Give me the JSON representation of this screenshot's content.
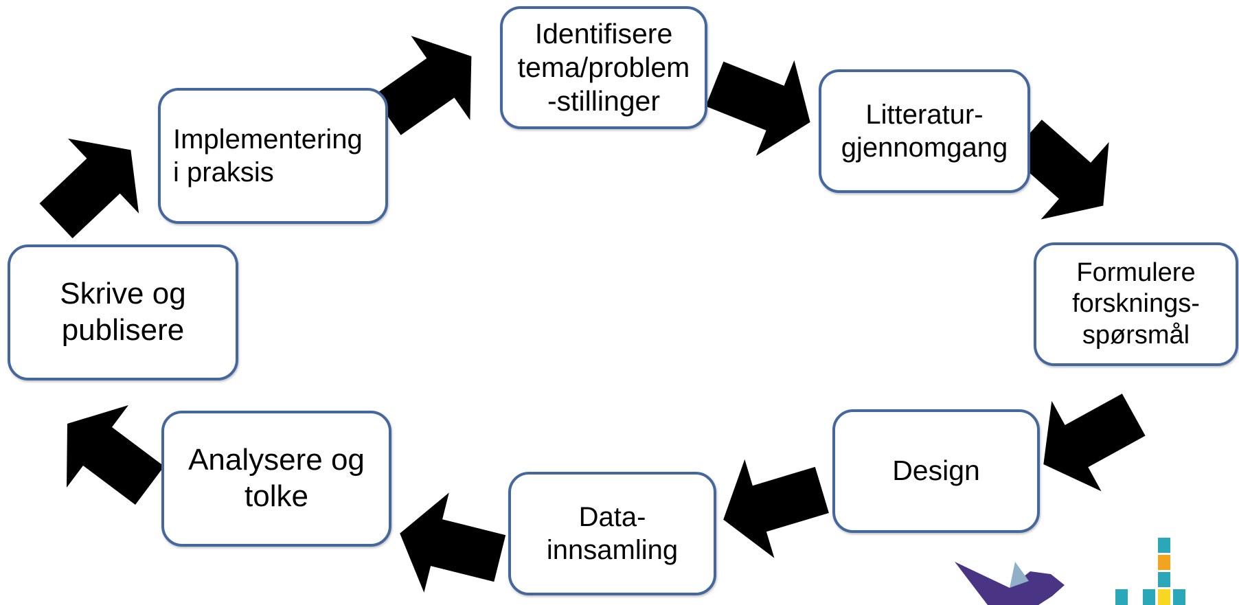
{
  "diagram": {
    "steps": [
      {
        "label": "Identifisere\ntema/problem\n-stillinger"
      },
      {
        "label": "Litteratur-\ngjennomgang"
      },
      {
        "label": "Formulere\nforsknings-\nspørsmål"
      },
      {
        "label": "Design"
      },
      {
        "label": "Data-\ninnsamling"
      },
      {
        "label": "Analysere og\ntolke"
      },
      {
        "label": "Skrive og\npublisere"
      },
      {
        "label": "Implementering\ni praksis"
      }
    ],
    "colors": {
      "box_border": "#45679e",
      "arrow_light": "#b5d0f7",
      "arrow_dark": "#5586d3",
      "logo_bird": "#4a3585",
      "logo_bird_accent": "#8fb0c8"
    },
    "logo": {
      "icon": "bird-and-bars-logo"
    }
  }
}
